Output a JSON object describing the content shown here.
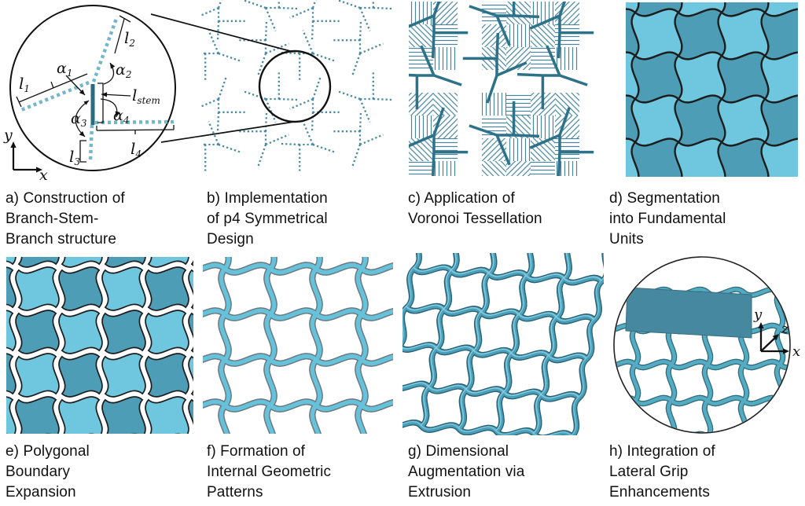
{
  "colors": {
    "ink": "#111111",
    "dot_blue": "#74b7ca",
    "stem_teal": "#2b6b7e",
    "pattern_blue": "#4d8ba3",
    "hatch_teal": "#47859c",
    "skeleton_teal": "#2d7289",
    "tile_light": "#6ec7de",
    "tile_dark": "#4e9db6",
    "tile_outline": "#1d1d1d",
    "tube_edge": "#6a7a80",
    "tube_fill": "#66c2da",
    "tube3d_edge": "#2a6275",
    "tube3d_fill": "#4aa0ba",
    "tube3d_hi": "#85cadd",
    "slab": "#45889f",
    "slab_edge": "#376f81"
  },
  "panel_a": {
    "caption": "a) Construction of\nBranch-Stem-\nBranch structure",
    "length_symbol": "l",
    "angle_symbol": "α",
    "subs": [
      "1",
      "2",
      "3",
      "4"
    ],
    "stem_sub": "stem",
    "axis_x": "x",
    "axis_y": "y"
  },
  "panel_b": {
    "caption": "b) Implementation\nof p4 Symmetrical\nDesign"
  },
  "panel_c": {
    "caption": "c) Application of\nVoronoi Tessellation"
  },
  "panel_d": {
    "caption": "d) Segmentation\ninto Fundamental\nUnits"
  },
  "panel_e": {
    "caption": "e) Polygonal\nBoundary\nExpansion"
  },
  "panel_f": {
    "caption": "f) Formation of\nInternal Geometric\nPatterns"
  },
  "panel_g": {
    "caption": "g) Dimensional\nAugmentation via\nExtrusion"
  },
  "panel_h": {
    "caption": "h) Integration of\nLateral Grip\nEnhancements",
    "axis_x": "x",
    "axis_y": "y",
    "axis_z": "z"
  }
}
